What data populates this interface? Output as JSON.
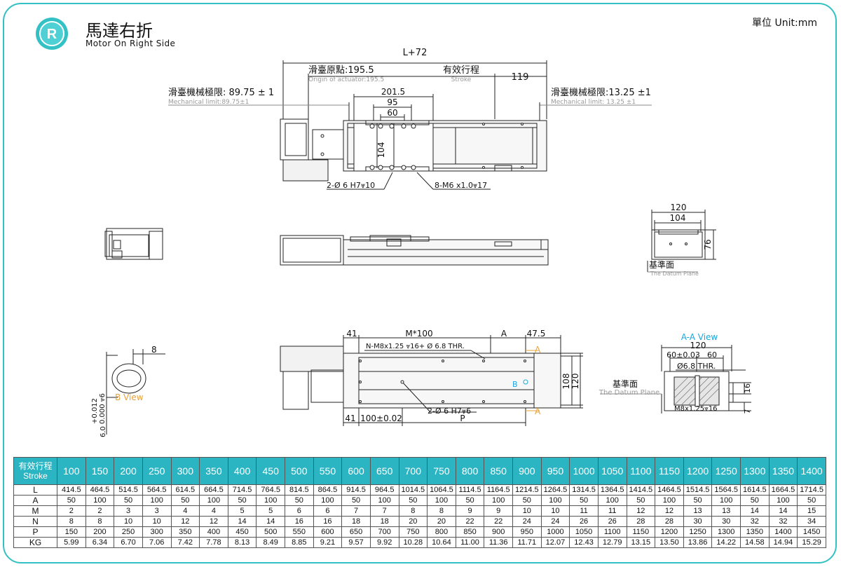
{
  "header": {
    "badge_letter": "R",
    "title_cn": "馬達右折",
    "title_en": "Motor On Right Side",
    "unit_label": "單位 Unit:mm",
    "accent_color": "#33c1c5"
  },
  "top_view": {
    "overall": "L+72",
    "origin_label": "滑臺原點:195.5",
    "origin_label_en": "Origin of actuator:195.5",
    "stroke_label": "有效行程",
    "stroke_label_en": "Stroke",
    "right_dim": "119",
    "mech_left": "滑臺機械極限: 89.75 ± 1",
    "mech_left_en": "Mechanical limit:89.75±1",
    "mech_right": "滑臺機械極限:13.25 ±1",
    "mech_right_en": "Mechanical limit: 13.25 ±1",
    "dim_201": "201.5",
    "dim_95": "95",
    "dim_60": "60",
    "dim_104": "104",
    "hole_note": "2-Ø 6  H7⩔10",
    "tap_note": "8-M6 x1.0⩔17"
  },
  "end_view": {
    "dim_120": "120",
    "dim_104": "104",
    "dim_76": "76",
    "datum": "基準面",
    "datum_en": "The Datum Plane"
  },
  "b_view": {
    "dim_8": "8",
    "tol": "+0.012\n0.000",
    "tol_top": "+0.012",
    "tol_bot": "0.000 ⩔6",
    "dim_6": "6.0",
    "label": "B View"
  },
  "bottom_view": {
    "dim_41a": "41",
    "m100": "M*100",
    "dim_a": "A",
    "dim_475": "47.5",
    "thread_note": "N-M8x1.25 ⩔16+ Ø 6.8 THR.",
    "dim_41b": "41",
    "dim_100": "100±0.02",
    "hole_note": "2-Ø 6  H7⩔6",
    "dim_p": "P",
    "dim_108": "108",
    "dim_120": "120",
    "mark_a": "A",
    "mark_b": "B"
  },
  "section_view": {
    "title": "A-A View",
    "dim_120": "120",
    "dim_60a": "60±0.03",
    "dim_60b": "60",
    "thr": "Ø6.8  THR.",
    "tap": "M8x1.25⩔16",
    "dim_16": "16",
    "dim_7": "7",
    "datum": "基準面",
    "datum_en": "The Datum Plane"
  },
  "table": {
    "head_cn": "有效行程",
    "head_en": "Stroke",
    "strokes": [
      "100",
      "150",
      "200",
      "250",
      "300",
      "350",
      "400",
      "450",
      "500",
      "550",
      "600",
      "650",
      "700",
      "750",
      "800",
      "850",
      "900",
      "950",
      "1000",
      "1050",
      "1100",
      "1150",
      "1200",
      "1250",
      "1300",
      "1350",
      "1400"
    ],
    "rows": [
      {
        "label": "L",
        "values": [
          "414.5",
          "464.5",
          "514.5",
          "564.5",
          "614.5",
          "664.5",
          "714.5",
          "764.5",
          "814.5",
          "864.5",
          "914.5",
          "964.5",
          "1014.5",
          "1064.5",
          "1114.5",
          "1164.5",
          "1214.5",
          "1264.5",
          "1314.5",
          "1364.5",
          "1414.5",
          "1464.5",
          "1514.5",
          "1564.5",
          "1614.5",
          "1664.5",
          "1714.5"
        ]
      },
      {
        "label": "A",
        "values": [
          "50",
          "100",
          "50",
          "100",
          "50",
          "100",
          "50",
          "100",
          "50",
          "100",
          "50",
          "100",
          "50",
          "100",
          "50",
          "100",
          "50",
          "100",
          "50",
          "100",
          "50",
          "100",
          "50",
          "100",
          "50",
          "100",
          "50"
        ]
      },
      {
        "label": "M",
        "values": [
          "2",
          "2",
          "3",
          "3",
          "4",
          "4",
          "5",
          "5",
          "6",
          "6",
          "7",
          "7",
          "8",
          "8",
          "9",
          "9",
          "10",
          "10",
          "11",
          "11",
          "12",
          "12",
          "13",
          "13",
          "14",
          "14",
          "15"
        ]
      },
      {
        "label": "N",
        "values": [
          "8",
          "8",
          "10",
          "10",
          "12",
          "12",
          "14",
          "14",
          "16",
          "16",
          "18",
          "18",
          "20",
          "20",
          "22",
          "22",
          "24",
          "24",
          "26",
          "26",
          "28",
          "28",
          "30",
          "30",
          "32",
          "32",
          "34"
        ]
      },
      {
        "label": "P",
        "values": [
          "150",
          "200",
          "250",
          "300",
          "350",
          "400",
          "450",
          "500",
          "550",
          "600",
          "650",
          "700",
          "750",
          "800",
          "850",
          "900",
          "950",
          "1000",
          "1050",
          "1100",
          "1150",
          "1200",
          "1250",
          "1300",
          "1350",
          "1400",
          "1450"
        ]
      },
      {
        "label": "KG",
        "values": [
          "5.99",
          "6.34",
          "6.70",
          "7.06",
          "7.42",
          "7.78",
          "8.13",
          "8.49",
          "8.85",
          "9.21",
          "9.57",
          "9.92",
          "10.28",
          "10.64",
          "11.00",
          "11.36",
          "11.71",
          "12.07",
          "12.43",
          "12.79",
          "13.15",
          "13.50",
          "13.86",
          "14.22",
          "14.58",
          "14.94",
          "15.29"
        ]
      }
    ]
  }
}
